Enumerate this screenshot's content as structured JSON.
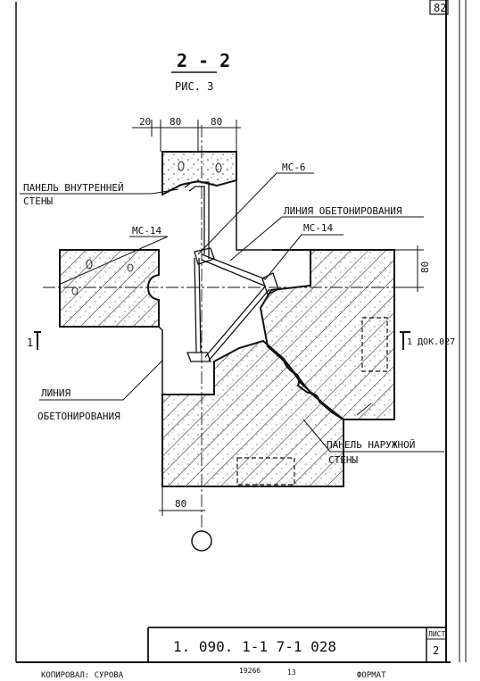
{
  "sheet": {
    "page_number": "82",
    "section_title": "2 - 2",
    "figure_label": "РИС. 3"
  },
  "dimensions": {
    "top": [
      "20",
      "80",
      "80"
    ],
    "right": "80",
    "bottom": "80"
  },
  "labels": {
    "inner_panel": [
      "ПАНЕЛЬ ВНУТРЕННЕЙ",
      "СТЕНЫ"
    ],
    "ms6": "МС-6",
    "concrete_line_top": "ЛИНИЯ ОБЕТОНИРОВАНИЯ",
    "ms14_left": "МС-14",
    "ms14_right": "МС-14",
    "concrete_line_left": [
      "ЛИНИЯ",
      "ОБЕТОНИРОВАНИЯ"
    ],
    "outer_panel": [
      "ПАНЕЛЬ НАРУЖНОЙ",
      "СТЕНЫ"
    ],
    "section_mark_left": "1",
    "section_mark_right": "1 ДОК.027"
  },
  "title_block": {
    "code": "1. 090. 1-1 7-1   028",
    "sheet_label": "ЛИСТ",
    "sheet_number": "2"
  },
  "footer": {
    "text": "КОПИРОВАЛ: СУРОВА",
    "number": "19266",
    "extra": "13",
    "right": "ФОРМАТ"
  }
}
